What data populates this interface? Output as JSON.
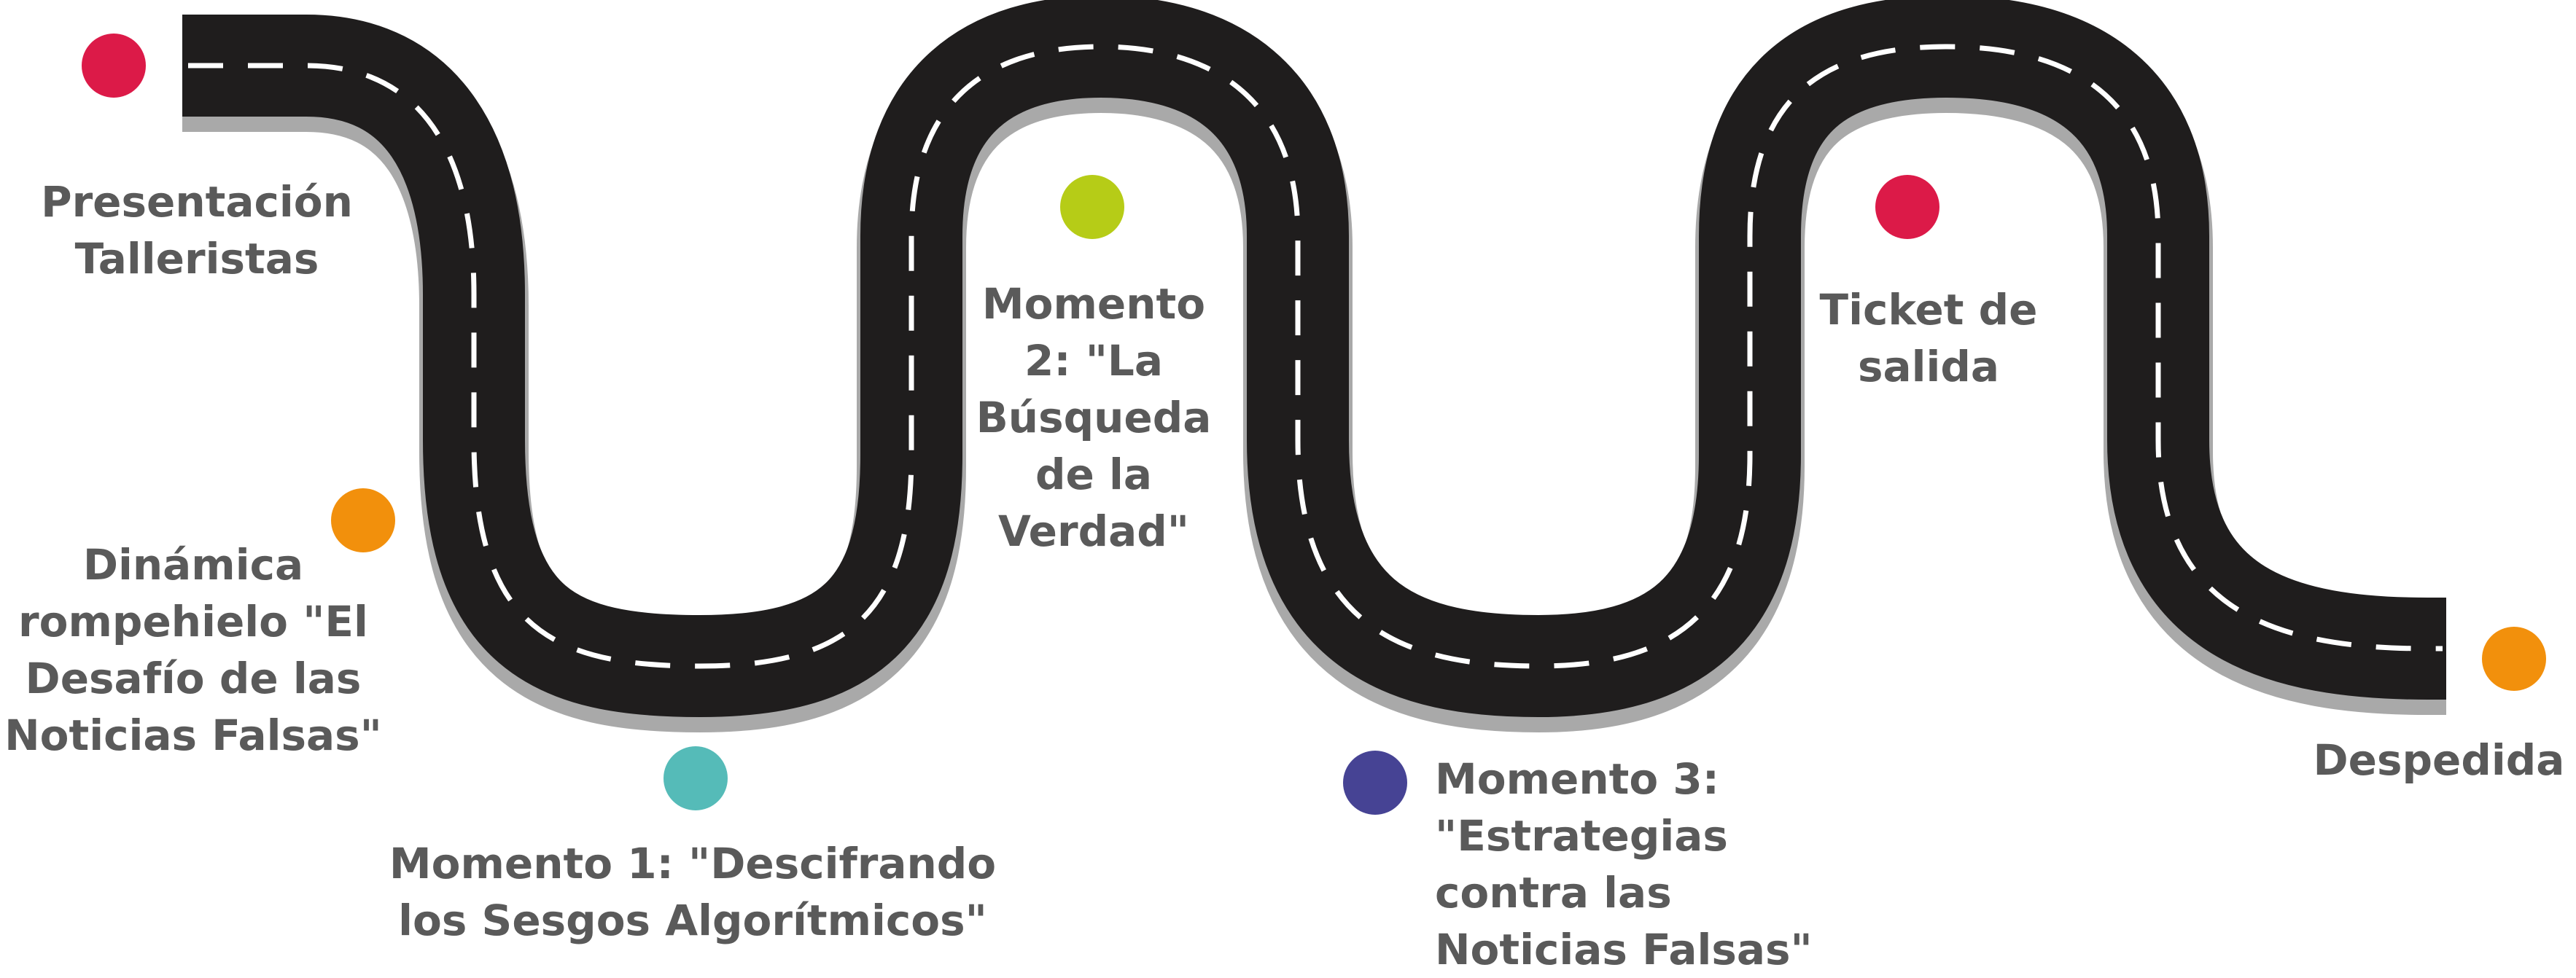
{
  "colors": {
    "road": "#1f1d1d",
    "road_shadow": "#a9a9a9",
    "lane": "#ffffff",
    "text": "#5a5a5a"
  },
  "milestones": [
    {
      "label": "Presentación\nTalleristas",
      "color": "#dc1a48",
      "icon": "circle-marker"
    },
    {
      "label": "Dinámica\nrompehielo \"El\nDesafío de las\nNoticias Falsas\"",
      "color": "#f2900c",
      "icon": "circle-marker"
    },
    {
      "label": "Momento 1: \"Descifrando\nlos Sesgos Algorítmicos\"",
      "color": "#55bbb8",
      "icon": "circle-marker"
    },
    {
      "label": "Momento\n2: \"La\nBúsqueda\nde la\nVerdad\"",
      "color": "#b6cc17",
      "icon": "circle-marker"
    },
    {
      "label": "Momento 3:\n\"Estrategias\ncontra las\nNoticias Falsas\"",
      "color": "#464394",
      "icon": "circle-marker"
    },
    {
      "label": "Ticket de\nsalida",
      "color": "#dc1a48",
      "icon": "circle-marker"
    },
    {
      "label": "Despedida",
      "color": "#f2900c",
      "icon": "circle-marker"
    }
  ]
}
